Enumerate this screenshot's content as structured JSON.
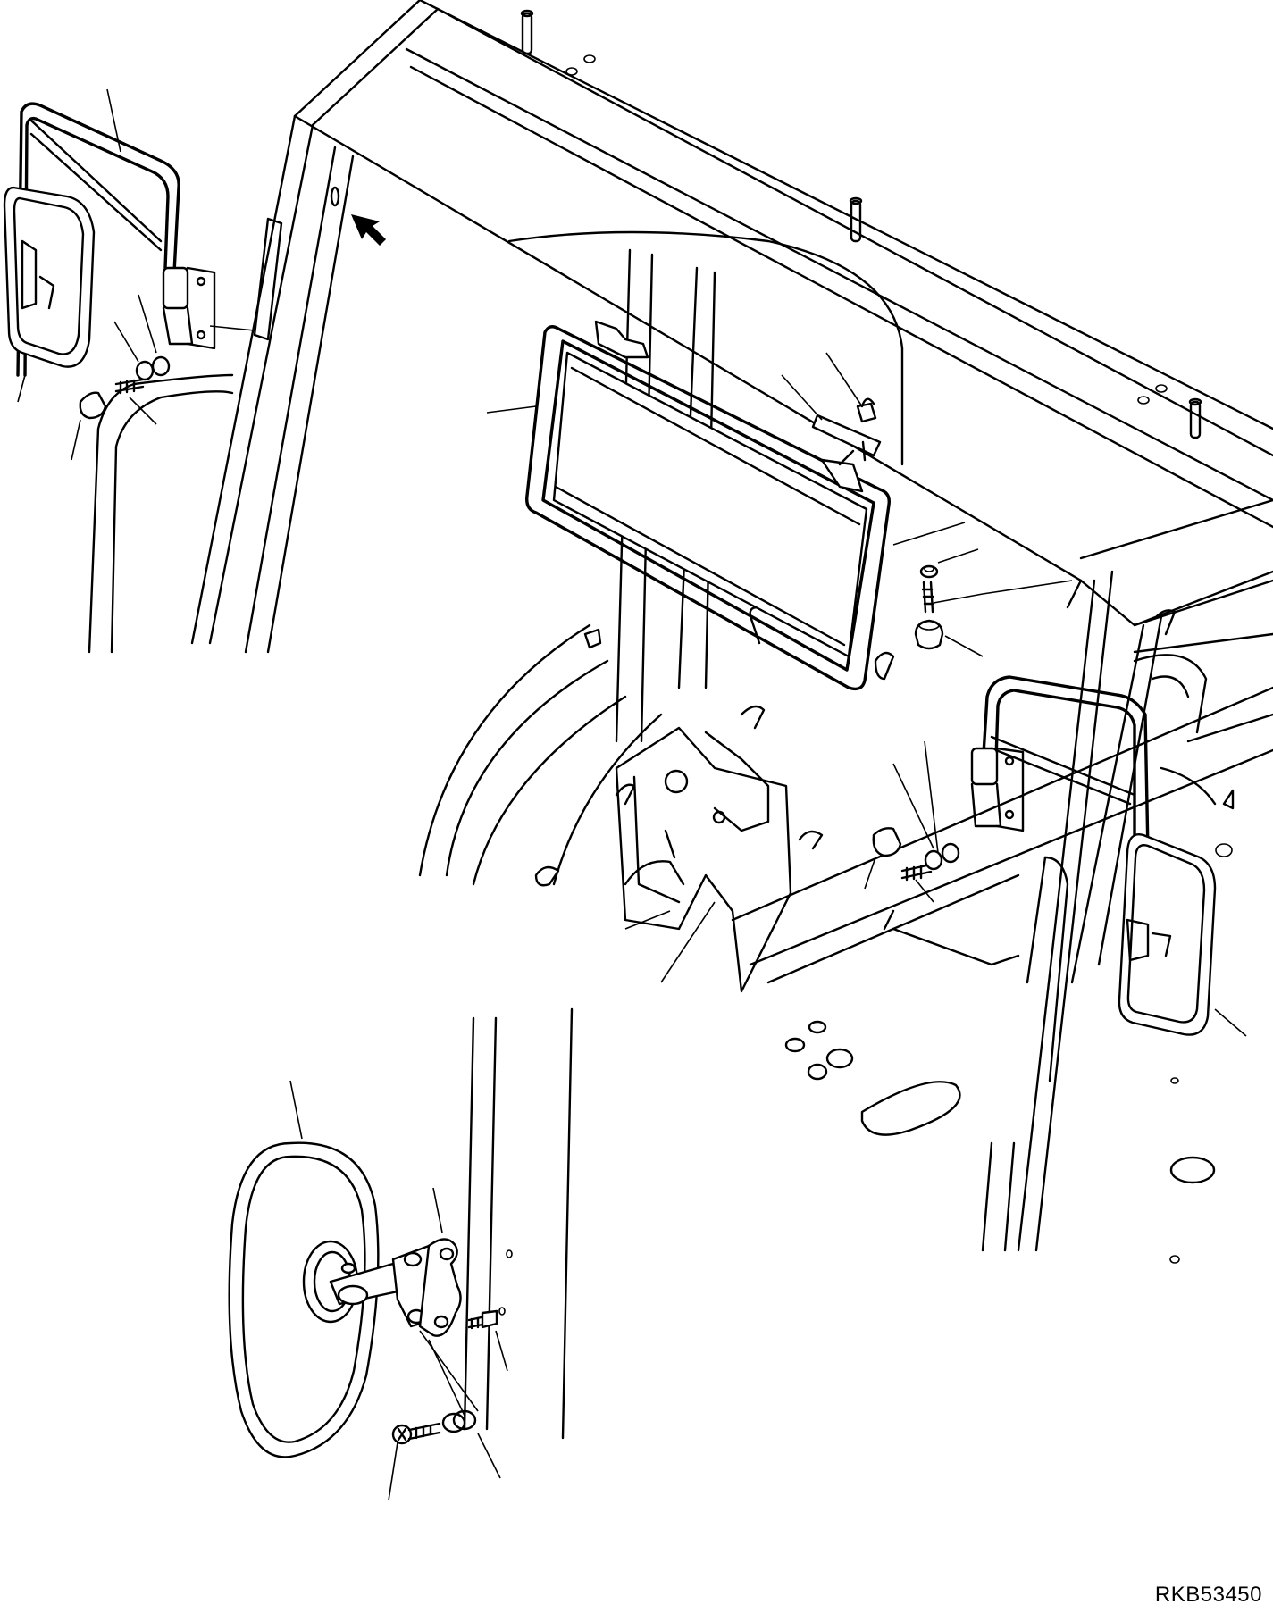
{
  "drawing": {
    "code": "RKB53450"
  },
  "parts": {
    "left_side_mirror": "side-mirror",
    "center_rear_mirror": "rear-view-mirror",
    "right_side_mirror": "side-mirror",
    "bottom_mirror": "oval-mirror",
    "view_arrow": "arrow-icon"
  }
}
